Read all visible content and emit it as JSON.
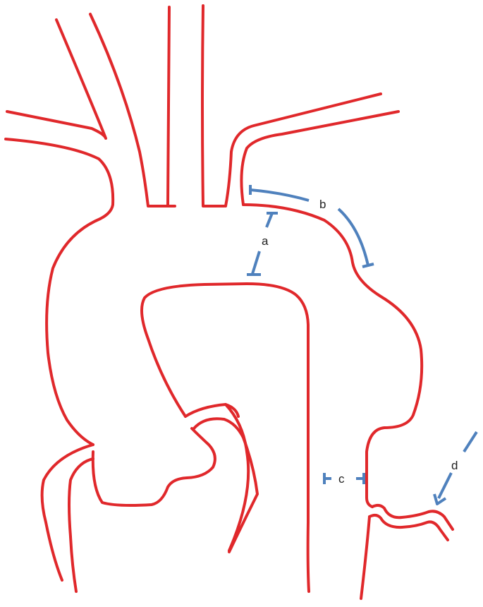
{
  "labels": {
    "a": "a",
    "b": "b",
    "c": "c",
    "d": "d"
  },
  "colors": {
    "vessel": "#e0282b",
    "measurement": "#4f81bd",
    "background": "#ffffff"
  }
}
